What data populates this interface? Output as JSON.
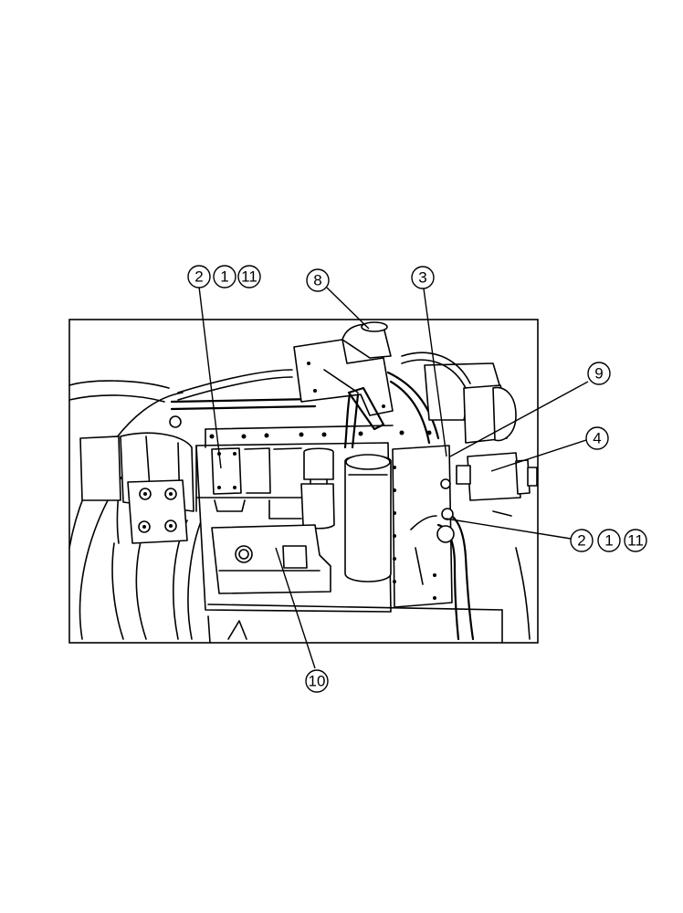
{
  "diagram": {
    "callouts": [
      {
        "id": "c-2-top",
        "label": "2"
      },
      {
        "id": "c-1-top",
        "label": "1"
      },
      {
        "id": "c-11-top",
        "label": "11"
      },
      {
        "id": "c-8",
        "label": "8"
      },
      {
        "id": "c-3",
        "label": "3"
      },
      {
        "id": "c-9",
        "label": "9"
      },
      {
        "id": "c-4",
        "label": "4"
      },
      {
        "id": "c-2-right",
        "label": "2"
      },
      {
        "id": "c-1-right",
        "label": "1"
      },
      {
        "id": "c-11-right",
        "label": "11"
      },
      {
        "id": "c-10",
        "label": "10"
      }
    ]
  }
}
